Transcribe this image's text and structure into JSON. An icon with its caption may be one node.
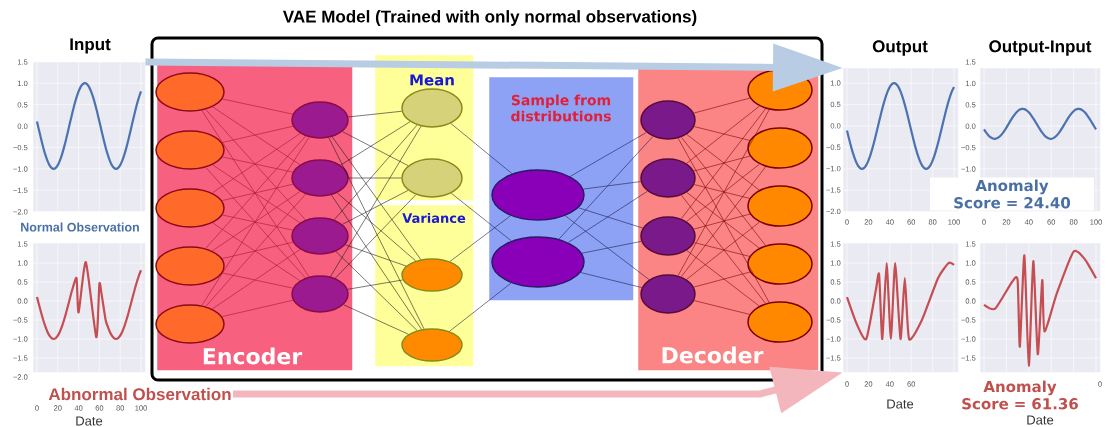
{
  "diagram": {
    "title": "VAE Model (Trained with only normal observations)",
    "nodes": [
      {
        "text": [
          "Input"
        ]
      },
      {
        "text": [],
        "shape": "chart"
      },
      {
        "text": [
          "Abnormal Observation"
        ]
      },
      {
        "text": [
          "Encoder"
        ]
      },
      {
        "text": [],
        "shape": "ellipse",
        "in": 3
      },
      {
        "text": [],
        "shape": "ellipse",
        "in": 3
      },
      {
        "text": [],
        "shape": "ellipse",
        "in": 3
      },
      {
        "text": [],
        "shape": "ellipse",
        "in": 3
      },
      {
        "text": [],
        "shape": "ellipse",
        "in": 3
      },
      {
        "text": [],
        "shape": "ellipse",
        "in": 3
      },
      {
        "text": [],
        "shape": "ellipse",
        "in": 3
      },
      {
        "text": [],
        "shape": "ellipse",
        "in": 3
      },
      {
        "text": [],
        "shape": "ellipse",
        "in": 3
      },
      {
        "text": [
          "Mean"
        ]
      },
      {
        "text": [],
        "shape": "ellipse",
        "in": 13
      },
      {
        "text": [],
        "shape": "ellipse",
        "in": 13
      },
      {
        "text": [
          "Variance"
        ]
      },
      {
        "text": [],
        "shape": "ellipse",
        "in": 16
      },
      {
        "text": [],
        "shape": "ellipse",
        "in": 16
      },
      {
        "text": [
          "Sample from distributions"
        ]
      },
      {
        "text": [],
        "shape": "ellipse",
        "in": 19
      },
      {
        "text": [],
        "shape": "ellipse",
        "in": 19
      },
      {
        "text": [
          "Decoder"
        ]
      },
      {
        "text": [],
        "shape": "ellipse",
        "in": 22
      },
      {
        "text": [],
        "shape": "ellipse",
        "in": 22
      },
      {
        "text": [],
        "shape": "ellipse",
        "in": 22
      },
      {
        "text": [],
        "shape": "ellipse",
        "in": 22
      },
      {
        "text": [],
        "shape": "ellipse",
        "in": 22
      },
      {
        "text": [],
        "shape": "ellipse",
        "in": 22
      },
      {
        "text": [],
        "shape": "ellipse",
        "in": 22
      },
      {
        "text": [],
        "shape": "ellipse",
        "in": 22
      },
      {
        "text": [],
        "shape": "ellipse",
        "in": 22
      },
      {
        "text": [
          "Output"
        ]
      },
      {
        "text": [
          "Output-Input",
          "Anomaly Score = 24.40"
        ]
      },
      {
        "text": [],
        "shape": "chart"
      },
      {
        "text": [],
        "shape": "chart",
        "beside": [
          "Anomaly Score = 61.36"
        ]
      }
    ],
    "edges": [
      {
        "from": 4,
        "to": 9,
        "arrow": "none",
        "color": "#a3143c"
      },
      {
        "from": 4,
        "to": 10,
        "arrow": "none",
        "color": "#a3143c"
      },
      {
        "from": 4,
        "to": 11,
        "arrow": "none",
        "color": "#a3143c"
      },
      {
        "from": 4,
        "to": 12,
        "arrow": "none",
        "color": "#a3143c"
      },
      {
        "from": 5,
        "to": 9,
        "arrow": "none",
        "color": "#a3143c"
      },
      {
        "from": 5,
        "to": 10,
        "arrow": "none",
        "color": "#a3143c"
      },
      {
        "from": 5,
        "to": 11,
        "arrow": "none",
        "color": "#a3143c"
      },
      {
        "from": 5,
        "to": 12,
        "arrow": "none",
        "color": "#a3143c"
      },
      {
        "from": 6,
        "to": 9,
        "arrow": "none",
        "color": "#a3143c"
      },
      {
        "from": 6,
        "to": 10,
        "arrow": "none",
        "color": "#a3143c"
      },
      {
        "from": 6,
        "to": 11,
        "arrow": "none",
        "color": "#a3143c"
      },
      {
        "from": 6,
        "to": 12,
        "arrow": "none",
        "color": "#a3143c"
      },
      {
        "from": 7,
        "to": 9,
        "arrow": "none",
        "color": "#a3143c"
      },
      {
        "from": 7,
        "to": 10,
        "arrow": "none",
        "color": "#a3143c"
      },
      {
        "from": 7,
        "to": 11,
        "arrow": "none",
        "color": "#a3143c"
      },
      {
        "from": 7,
        "to": 12,
        "arrow": "none",
        "color": "#a3143c"
      },
      {
        "from": 8,
        "to": 9,
        "arrow": "none",
        "color": "#a3143c"
      },
      {
        "from": 8,
        "to": 10,
        "arrow": "none",
        "color": "#a3143c"
      },
      {
        "from": 8,
        "to": 11,
        "arrow": "none",
        "color": "#a3143c"
      },
      {
        "from": 8,
        "to": 12,
        "arrow": "none",
        "color": "#a3143c"
      },
      {
        "from": 9,
        "to": 14,
        "arrow": "none",
        "color": "#1a1a1a"
      },
      {
        "from": 9,
        "to": 15,
        "arrow": "none",
        "color": "#1a1a1a"
      },
      {
        "from": 9,
        "to": 17,
        "arrow": "none",
        "color": "#1a1a1a"
      },
      {
        "from": 9,
        "to": 18,
        "arrow": "none",
        "color": "#1a1a1a"
      },
      {
        "from": 10,
        "to": 14,
        "arrow": "none",
        "color": "#1a1a1a"
      },
      {
        "from": 10,
        "to": 15,
        "arrow": "none",
        "color": "#1a1a1a"
      },
      {
        "from": 10,
        "to": 17,
        "arrow": "none",
        "color": "#1a1a1a"
      },
      {
        "from": 10,
        "to": 18,
        "arrow": "none",
        "color": "#1a1a1a"
      },
      {
        "from": 11,
        "to": 14,
        "arrow": "none",
        "color": "#1a1a1a"
      },
      {
        "from": 11,
        "to": 15,
        "arrow": "none",
        "color": "#1a1a1a"
      },
      {
        "from": 11,
        "to": 17,
        "arrow": "none",
        "color": "#1a1a1a"
      },
      {
        "from": 11,
        "to": 18,
        "arrow": "none",
        "color": "#1a1a1a"
      },
      {
        "from": 12,
        "to": 14,
        "arrow": "none",
        "color": "#1a1a1a"
      },
      {
        "from": 12,
        "to": 15,
        "arrow": "none",
        "color": "#1a1a1a"
      },
      {
        "from": 12,
        "to": 17,
        "arrow": "none",
        "color": "#1a1a1a"
      },
      {
        "from": 12,
        "to": 18,
        "arrow": "none",
        "color": "#1a1a1a"
      },
      {
        "from": 14,
        "to": 20,
        "arrow": "none",
        "color": "#1a1a50"
      },
      {
        "from": 15,
        "to": 21,
        "arrow": "none",
        "color": "#1a1a50"
      },
      {
        "from": 17,
        "to": 20,
        "arrow": "none",
        "color": "#1a1a50"
      },
      {
        "from": 18,
        "to": 21,
        "arrow": "none",
        "color": "#1a1a50"
      },
      {
        "from": 20,
        "to": 23,
        "arrow": "none",
        "color": "#1a1a50"
      },
      {
        "from": 20,
        "to": 24,
        "arrow": "none",
        "color": "#1a1a50"
      },
      {
        "from": 20,
        "to": 25,
        "arrow": "none",
        "color": "#1a1a50"
      },
      {
        "from": 20,
        "to": 26,
        "arrow": "none",
        "color": "#1a1a50"
      },
      {
        "from": 21,
        "to": 23,
        "arrow": "none",
        "color": "#1a1a50"
      },
      {
        "from": 21,
        "to": 24,
        "arrow": "none",
        "color": "#1a1a50"
      },
      {
        "from": 21,
        "to": 25,
        "arrow": "none",
        "color": "#1a1a50"
      },
      {
        "from": 21,
        "to": 26,
        "arrow": "none",
        "color": "#1a1a50"
      },
      {
        "from": 23,
        "to": 27,
        "arrow": "none",
        "color": "#800000"
      },
      {
        "from": 23,
        "to": 28,
        "arrow": "none",
        "color": "#800000"
      },
      {
        "from": 23,
        "to": 29,
        "arrow": "none",
        "color": "#800000"
      },
      {
        "from": 23,
        "to": 30,
        "arrow": "none",
        "color": "#800000"
      },
      {
        "from": 23,
        "to": 31,
        "arrow": "none",
        "color": "#800000"
      },
      {
        "from": 24,
        "to": 27,
        "arrow": "none",
        "color": "#800000"
      },
      {
        "from": 24,
        "to": 28,
        "arrow": "none",
        "color": "#800000"
      },
      {
        "from": 24,
        "to": 29,
        "arrow": "none",
        "color": "#800000"
      },
      {
        "from": 24,
        "to": 30,
        "arrow": "none",
        "color": "#800000"
      },
      {
        "from": 24,
        "to": 31,
        "arrow": "none",
        "color": "#800000"
      },
      {
        "from": 25,
        "to": 27,
        "arrow": "none",
        "color": "#800000"
      },
      {
        "from": 25,
        "to": 28,
        "arrow": "none",
        "color": "#800000"
      },
      {
        "from": 25,
        "to": 29,
        "arrow": "none",
        "color": "#800000"
      },
      {
        "from": 25,
        "to": 30,
        "arrow": "none",
        "color": "#800000"
      },
      {
        "from": 25,
        "to": 31,
        "arrow": "none",
        "color": "#800000"
      },
      {
        "from": 26,
        "to": 27,
        "arrow": "none",
        "color": "#800000"
      },
      {
        "from": 26,
        "to": 28,
        "arrow": "none",
        "color": "#800000"
      },
      {
        "from": 26,
        "to": 29,
        "arrow": "none",
        "color": "#800000"
      },
      {
        "from": 26,
        "to": 30,
        "arrow": "none",
        "color": "#800000"
      },
      {
        "from": 26,
        "to": 31,
        "arrow": "none",
        "color": "#800000"
      },
      {
        "from": 0,
        "to": 32,
        "arrow": "to",
        "style": "thick",
        "color": "#b8cce4"
      },
      {
        "from": 2,
        "to": 34,
        "arrow": "to",
        "style": "thick",
        "color": "#f4b6bd"
      }
    ],
    "labels": [
      "Normal Observation",
      "1.5",
      "1.0",
      "0.5",
      "0.0",
      "−0.5",
      "−1.0",
      "−1.5",
      "−2.0",
      "1.0",
      "0.5",
      "0.0",
      "−0.5",
      "−1.0",
      "−1.5",
      "−2.0",
      "0",
      "20",
      "40",
      "60",
      "80",
      "100",
      "1.5",
      "1.0",
      "0.5",
      "0.0",
      "−0.5",
      "−1.0",
      "0",
      "20",
      "40",
      "60",
      "80",
      "100",
      "1.5",
      "1.0",
      "0.5",
      "0.0",
      "−0.5",
      "−1.0",
      "−1.5",
      "−2.0",
      "1.5",
      "1.0",
      "0.5",
      "0.0",
      "−0.5",
      "−1.0",
      "−1.5",
      "1.5",
      "1.0",
      "0.5",
      "0.0",
      "−0.5",
      "−1.0",
      "−1.5",
      "0",
      "20",
      "40",
      "60",
      "80",
      "100",
      "0",
      "20",
      "40",
      "60",
      "0",
      "Date",
      "Date",
      "Date"
    ]
  }
}
